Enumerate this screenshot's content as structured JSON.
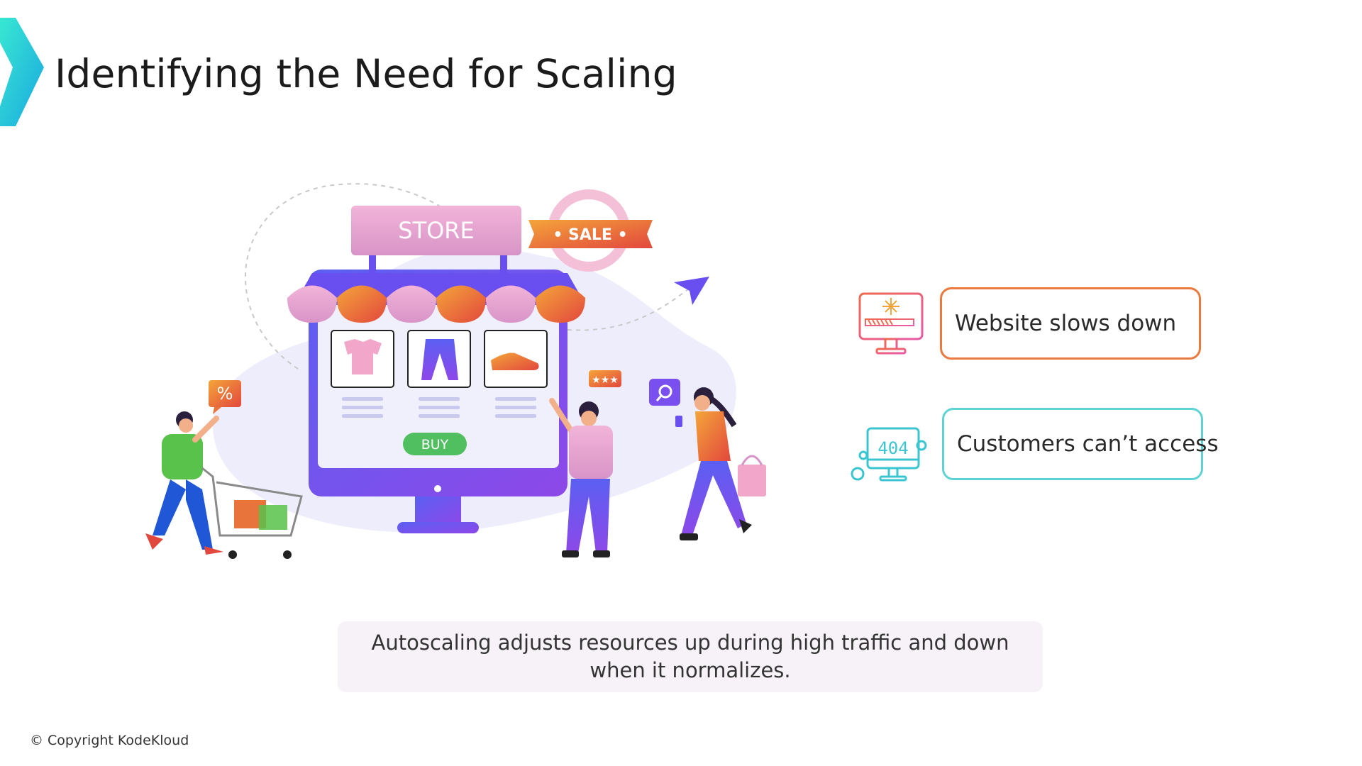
{
  "slide": {
    "title": "Identifying the Need for Scaling",
    "caption_line1": "Autoscaling adjusts resources up during high traffic and down",
    "caption_line2": "when it normalizes.",
    "copyright": "© Copyright KodeKloud"
  },
  "illustration": {
    "store_label": "STORE",
    "sale_label": "• SALE •",
    "buy_label": "BUY",
    "percent_label": "%",
    "rating_label": "★★★"
  },
  "issues": [
    {
      "label": "Website slows down",
      "icon": "monitor-loading-icon",
      "color": "#ec7a3c"
    },
    {
      "label": "Customers can’t access",
      "icon": "monitor-404-icon",
      "icon_text": "404",
      "color": "#5fd2d6"
    }
  ],
  "colors": {
    "accent_cyan": "#22c7d9",
    "awning_pink": "#e6a2c9",
    "awning_orange": "#ee7a3a",
    "monitor_purple": "#7a4ff0"
  }
}
